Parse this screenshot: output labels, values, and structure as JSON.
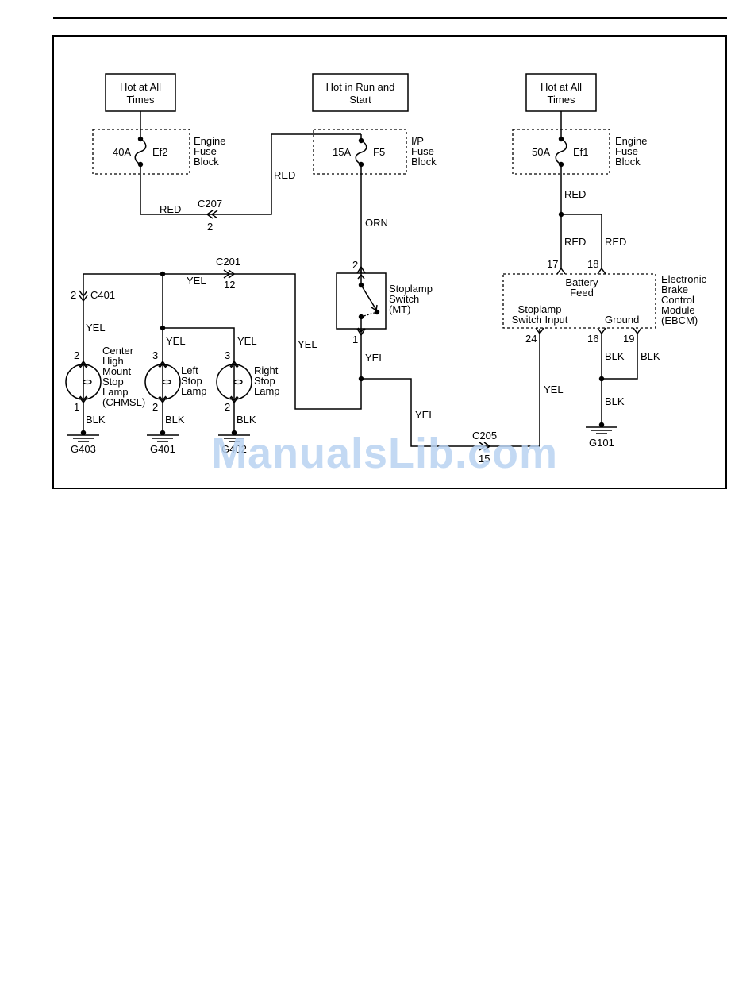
{
  "sources": [
    {
      "id": "hot-all-times-left",
      "label_line1": "Hot at All",
      "label_line2": "Times"
    },
    {
      "id": "hot-run-start",
      "label_line1": "Hot in Run and",
      "label_line2": "Start"
    },
    {
      "id": "hot-all-times-right",
      "label_line1": "Hot at All",
      "label_line2": "Times"
    }
  ],
  "fuses": [
    {
      "rating": "40A",
      "name": "Ef2",
      "block_line1": "Engine",
      "block_line2": "Fuse",
      "block_line3": "Block"
    },
    {
      "rating": "15A",
      "name": "F5",
      "block_line1": "I/P",
      "block_line2": "Fuse",
      "block_line3": "Block"
    },
    {
      "rating": "50A",
      "name": "Ef1",
      "block_line1": "Engine",
      "block_line2": "Fuse",
      "block_line3": "Block"
    }
  ],
  "wire_colors": {
    "red": "RED",
    "orn": "ORN",
    "yel": "YEL",
    "blk": "BLK"
  },
  "connectors": {
    "c207": {
      "name": "C207",
      "pin": "2"
    },
    "c201": {
      "name": "C201",
      "pin": "12"
    },
    "c401": {
      "name": "C401",
      "pin": "2"
    },
    "c205": {
      "name": "C205",
      "pin": "15"
    }
  },
  "stoplamp_switch": {
    "line1": "Stoplamp",
    "line2": "Switch",
    "line3": "(MT)",
    "pin_top": "2",
    "pin_bottom": "1"
  },
  "ebcm": {
    "line1": "Electronic",
    "line2": "Brake",
    "line3": "Control",
    "line4": "Module",
    "line5": "(EBCM)",
    "battery_feed_line1": "Battery",
    "battery_feed_line2": "Feed",
    "stoplamp_input_line1": "Stoplamp",
    "stoplamp_input_line2": "Switch Input",
    "ground_label": "Ground",
    "pins": {
      "p17": "17",
      "p18": "18",
      "p24": "24",
      "p16": "16",
      "p19": "19"
    }
  },
  "lamps": [
    {
      "line1": "Center",
      "line2": "High",
      "line3": "Mount",
      "line4": "Stop",
      "line5": "Lamp",
      "line6": "(CHMSL)",
      "pin_top": "2",
      "pin_bottom": "1",
      "ground": "G403"
    },
    {
      "line1": "Left",
      "line2": "Stop",
      "line3": "Lamp",
      "pin_top": "3",
      "pin_bottom": "2",
      "ground": "G401"
    },
    {
      "line1": "Right",
      "line2": "Stop",
      "line3": "Lamp",
      "pin_top": "3",
      "pin_bottom": "2",
      "ground": "G402"
    }
  ],
  "grounds": {
    "ebcm": "G101"
  },
  "watermark": "ManualsLib.com"
}
